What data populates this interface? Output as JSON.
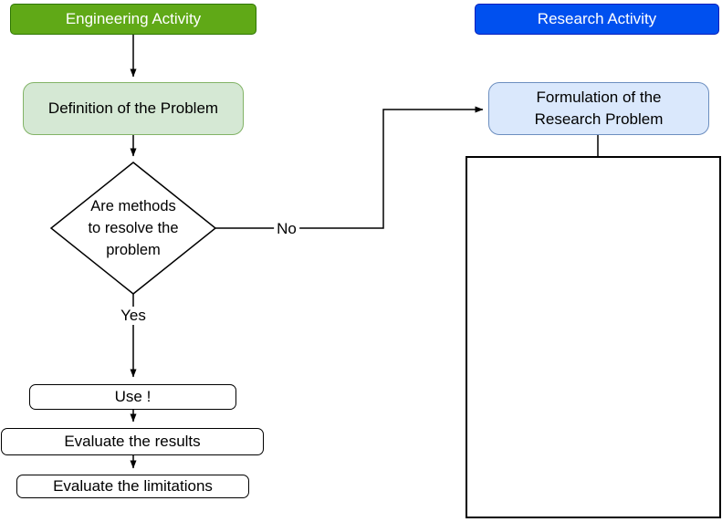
{
  "diagram": {
    "type": "flowchart",
    "lanes": {
      "engineering": {
        "title": "Engineering Activity",
        "fill": "#60a917",
        "border": "#2d7600",
        "text_color": "#ffffff"
      },
      "research": {
        "title": "Research Activity",
        "fill": "#0050ef",
        "border": "#001dbc",
        "text_color": "#ffffff"
      }
    },
    "nodes": {
      "definition": {
        "label": "Definition of the Problem",
        "fill": "#d5e8d4",
        "border": "#82b366"
      },
      "decision": {
        "lines": [
          "Are methods",
          "to resolve the",
          "problem"
        ],
        "fill": "#ffffff",
        "border": "#000000"
      },
      "formulation": {
        "lines": [
          "Formulation of the",
          "Research Problem"
        ],
        "fill": "#dae8fc",
        "border": "#6c8ebf"
      },
      "research_area": {
        "label": "",
        "fill": "#ffffff",
        "border": "#000000"
      },
      "use": {
        "label": "Use !",
        "fill": "#ffffff",
        "border": "#000000"
      },
      "evaluate_results": {
        "label": "Evaluate the results",
        "fill": "#ffffff",
        "border": "#000000"
      },
      "evaluate_limitations": {
        "label": "Evaluate the limitations",
        "fill": "#ffffff",
        "border": "#000000"
      }
    },
    "edges": {
      "yes_label": "Yes",
      "no_label": "No",
      "stroke": "#000000"
    }
  }
}
